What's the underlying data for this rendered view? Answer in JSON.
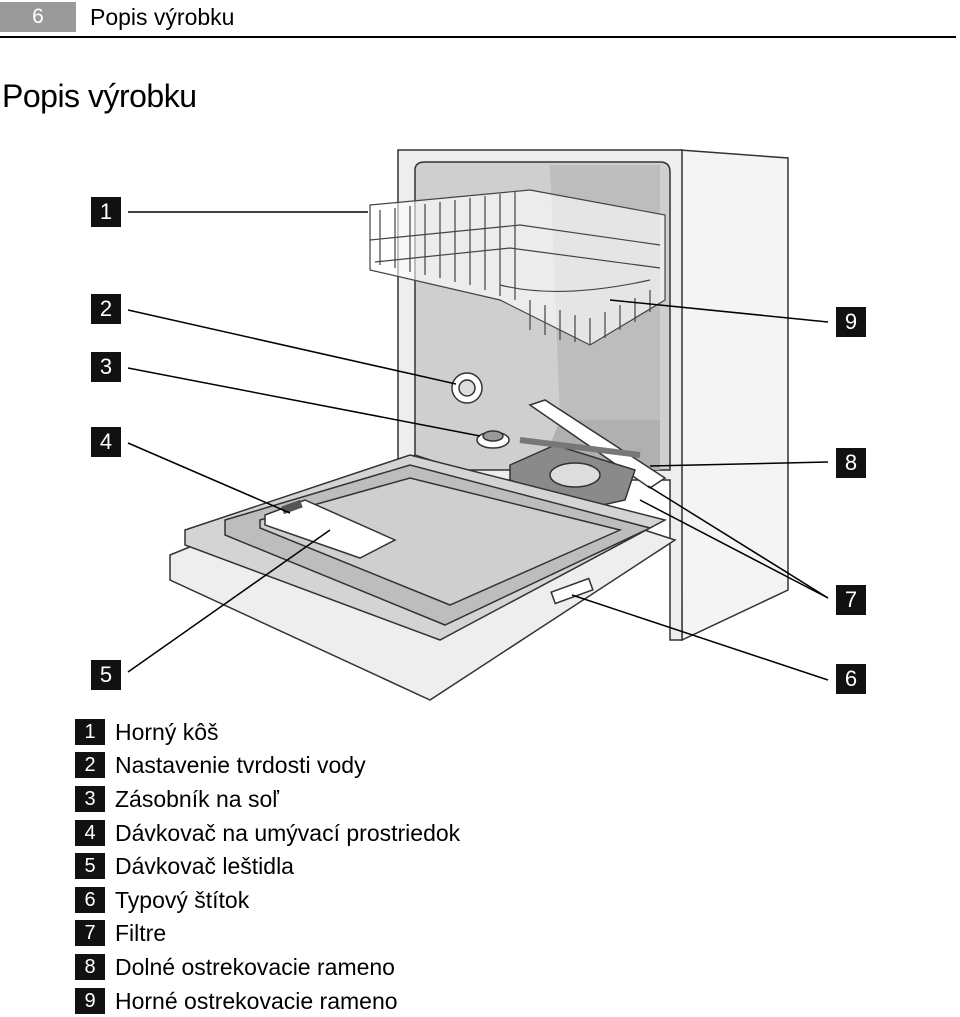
{
  "header": {
    "page_number": "6",
    "title": "Popis výrobku"
  },
  "page_title": "Popis výrobku",
  "diagram": {
    "callouts": [
      "1",
      "2",
      "3",
      "4",
      "5",
      "6",
      "7",
      "8",
      "9"
    ]
  },
  "legend": [
    {
      "num": "1",
      "label": "Horný kôš"
    },
    {
      "num": "2",
      "label": "Nastavenie tvrdosti vody"
    },
    {
      "num": "3",
      "label": "Zásobník na soľ"
    },
    {
      "num": "4",
      "label": "Dávkovač na umývací prostriedok"
    },
    {
      "num": "5",
      "label": "Dávkovač leštidla"
    },
    {
      "num": "6",
      "label": "Typový štítok"
    },
    {
      "num": "7",
      "label": "Filtre"
    },
    {
      "num": "8",
      "label": "Dolné ostrekovacie rameno"
    },
    {
      "num": "9",
      "label": "Horné ostrekovacie rameno"
    }
  ]
}
